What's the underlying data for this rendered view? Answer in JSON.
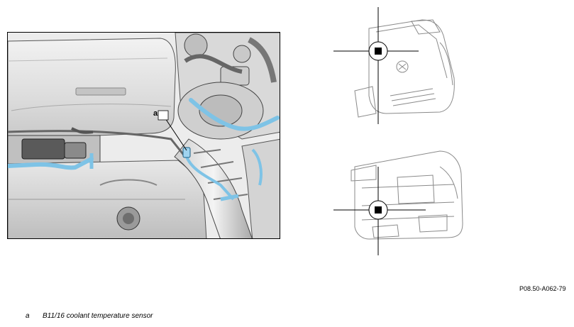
{
  "callout": {
    "letter": "a"
  },
  "figure": {
    "code": "P08.50-A062-79"
  },
  "legend": [
    {
      "key": "a",
      "description": "B11/16 coolant temperature sensor"
    }
  ],
  "colors": {
    "hose_highlight": "#7ec3e6",
    "line": "#333333",
    "fill": "#d8d8d8"
  },
  "icons": [
    "engine-cover-logo-icon",
    "locator-crosshair-icon"
  ]
}
